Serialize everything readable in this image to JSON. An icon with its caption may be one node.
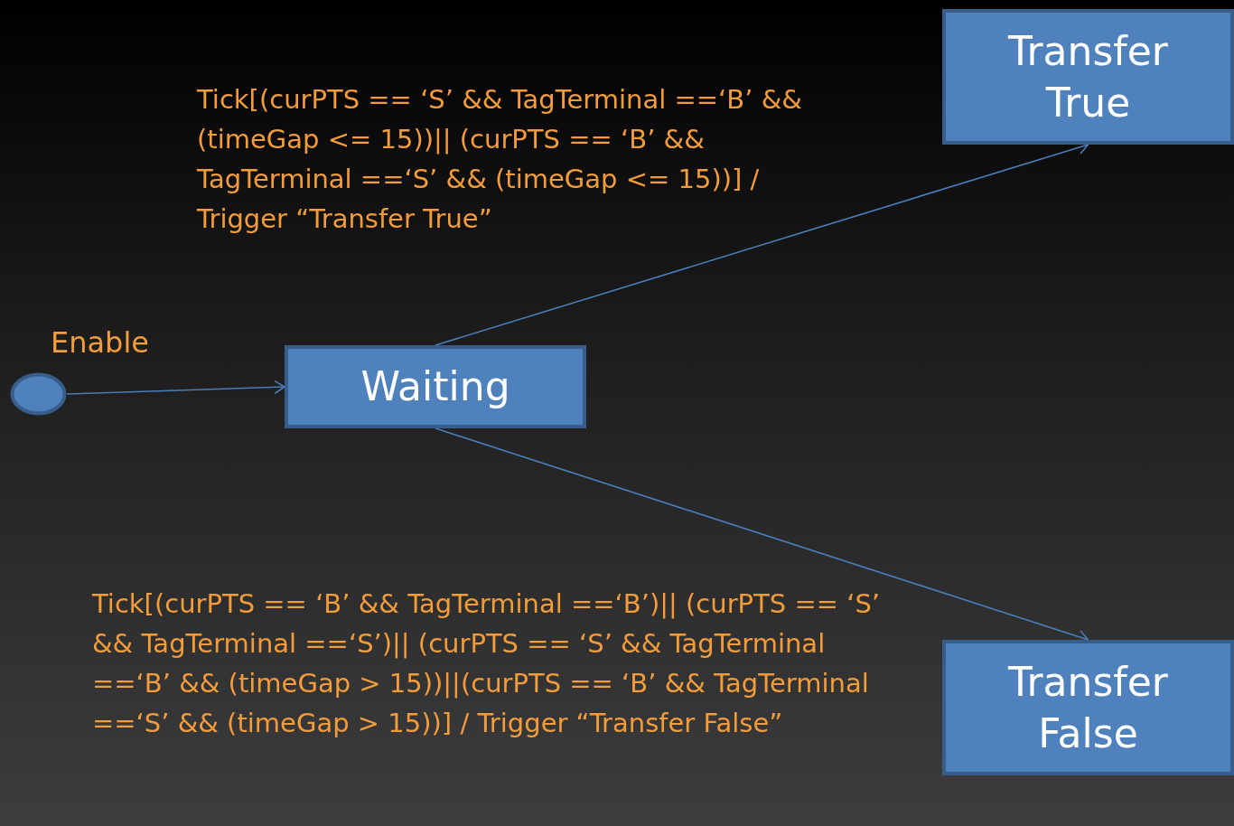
{
  "diagram": {
    "nodes": [
      {
        "text": [
          "Transfer True"
        ]
      },
      {
        "text": [],
        "shape": "circle",
        "beside": [
          "Enable"
        ]
      },
      {
        "text": [
          "Waiting"
        ]
      },
      {
        "text": [
          "Transfer False"
        ]
      }
    ],
    "edges": [
      {
        "from": 1,
        "to": 2,
        "arrow": "to"
      },
      {
        "from": 2,
        "to": 0,
        "arrow": "to",
        "label": "Tick[(curPTS == ‘S’ && TagTerminal ==‘B’ && (timeGap <= 15))|| (curPTS == ‘B’ && TagTerminal ==‘S’ && (timeGap <= 15))] / Trigger “Transfer True”"
      },
      {
        "from": 2,
        "to": 3,
        "arrow": "to",
        "label": "Tick[(curPTS == ‘B’ && TagTerminal ==‘B’)|| (curPTS == ‘S’ && TagTerminal ==‘S’)|| (curPTS == ‘S’ && TagTerminal ==‘B’ && (timeGap > 15))||(curPTS == ‘B’ && TagTerminal ==‘S’ && (timeGap > 15))] / Trigger “Transfer False”"
      }
    ]
  }
}
